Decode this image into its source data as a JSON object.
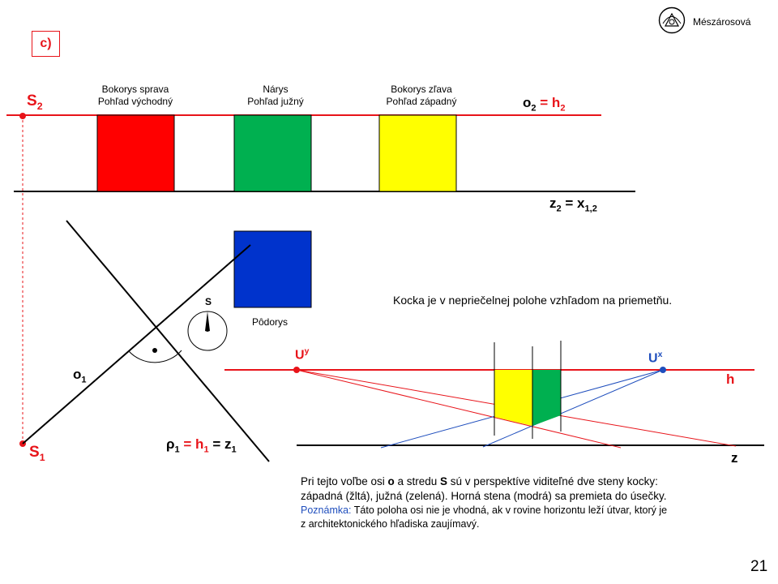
{
  "slide": {
    "tag": "c)",
    "author": "Mészárosová",
    "page_number": "21"
  },
  "views": {
    "right_side": {
      "line1": "Bokorys sprava",
      "line2": "Pohľad východný",
      "color": "#ff0000"
    },
    "front": {
      "line1": "Nárys",
      "line2": "Pohľad južný",
      "color": "#00b050"
    },
    "left_side": {
      "line1": "Bokorys zľava",
      "line2": "Pohľad západný",
      "color": "#ffff00"
    },
    "plan": {
      "label": "Pôdorys",
      "color": "#0033cc"
    }
  },
  "labels": {
    "s2_main": "S",
    "s2_sub": "2",
    "s1_main": "S",
    "s1_sub": "1",
    "o2_main": "o",
    "o2_sub": "2",
    "o2_rest": " = h",
    "h2_sub": "2",
    "z2_main": "z",
    "z2_sub": "2",
    "z2_rest": " = x",
    "x_sub": "1,2",
    "o1_main": "o",
    "o1_sub": "1",
    "rho_main": "ρ",
    "rho_sub": "1",
    "rho_mid": " = h",
    "h1_sub": "1",
    "rho_end": " = z",
    "z1_sub": "1",
    "s_small": "S",
    "uy_main": "U",
    "uy_sup": "y",
    "ux_main": "U",
    "ux_sup": "x",
    "h": "h",
    "z": "z"
  },
  "statement": "Kocka je v nepriečelnej polohe vzhľadom na priemetňu.",
  "notes": {
    "line1_a": "Pri tejto voľbe osi ",
    "line1_o": "o",
    "line1_b": " a stredu ",
    "line1_s": "S",
    "line1_c": " sú v perspektíve viditeľné dve steny kocky:",
    "line2": "západná (žltá), južná (zelená). Horná stena (modrá) sa premieta do úsečky.",
    "remark_label": "Poznámka:",
    "remark_text": " Táto poloha osi nie je vhodná, ak v rovine horizontu leží útvar, ktorý je",
    "remark_text2": "z architektonického hľadiska zaujímavý."
  },
  "colors": {
    "red_line": "#e8141a",
    "blue_line": "#1f4ebd",
    "black": "#000000"
  }
}
